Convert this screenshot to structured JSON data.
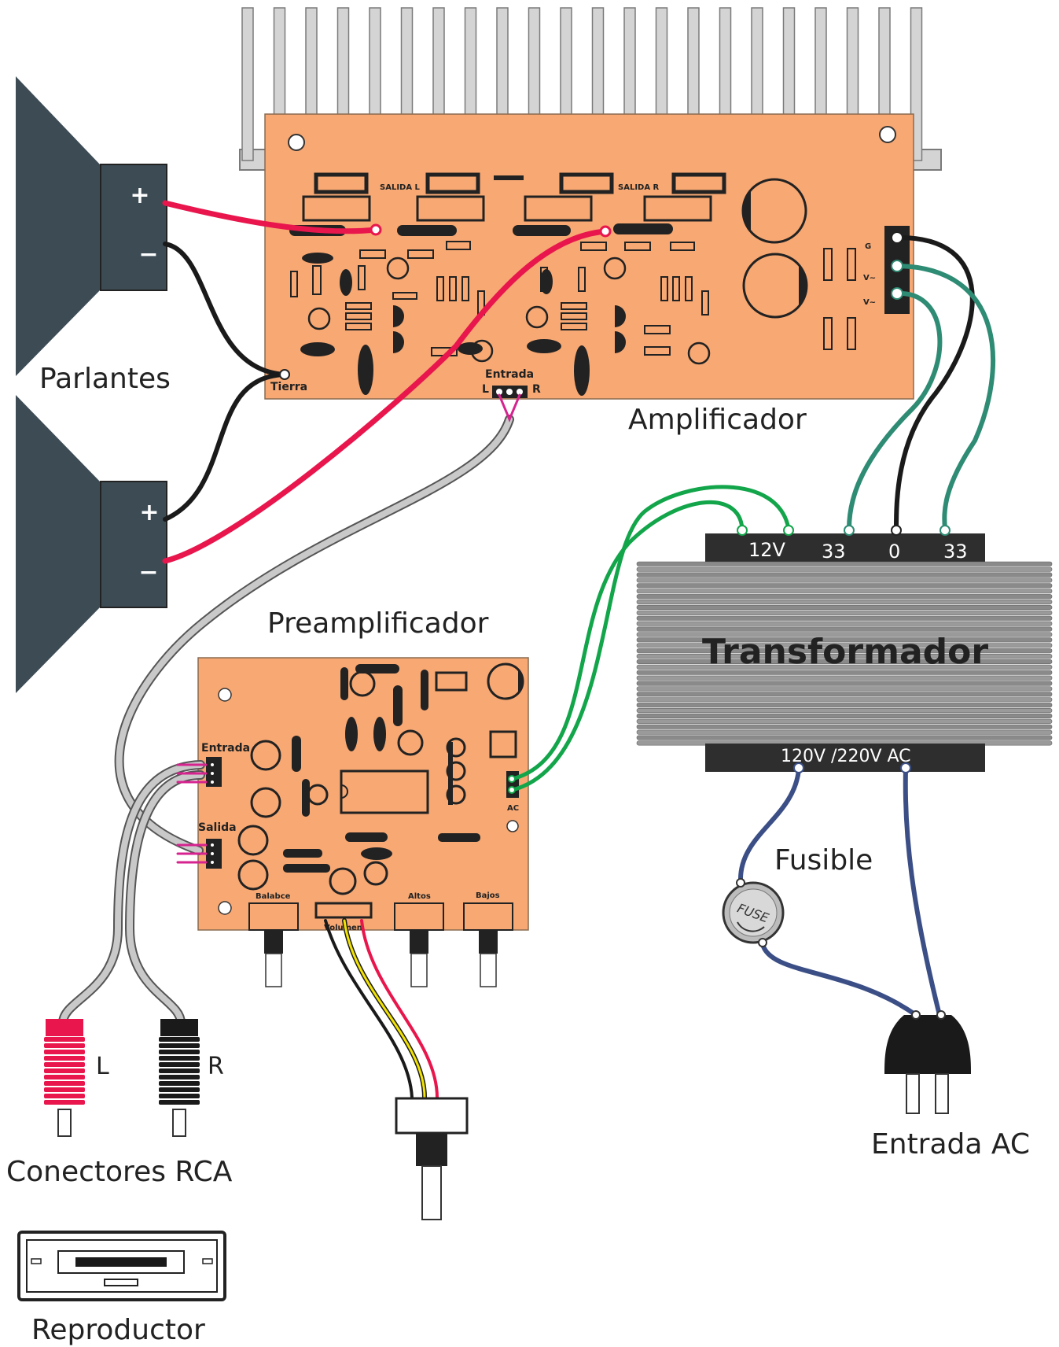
{
  "labels": {
    "parlantes": "Parlantes",
    "amplificador": "Amplificador",
    "preamplificador": "Preamplificador",
    "transformador": "Transformador",
    "fusible": "Fusible",
    "fuse": "FUSE",
    "entrada_ac": "Entrada AC",
    "conectores_rca": "Conectores RCA",
    "reproductor": "Reproductor"
  },
  "speaker": {
    "plus": "+",
    "minus": "−"
  },
  "amp": {
    "salida_l": "SALIDA L",
    "salida_r": "SALIDA R",
    "entrada": "Entrada",
    "l": "L",
    "r": "R",
    "tierra": "Tierra",
    "g": "G",
    "v1": "V~",
    "v2": "V~"
  },
  "preamp": {
    "entrada": "Entrada",
    "salida": "Salida",
    "ac": "AC",
    "balance": "Balabce",
    "volumen": "Volumen",
    "altos": "Altos",
    "bajos": "Bajos"
  },
  "transformer": {
    "t12v": "12V",
    "t33a": "33",
    "t0": "0",
    "t33b": "33",
    "primary": "120V /220V AC"
  },
  "rca": {
    "l": "L",
    "r": "R"
  },
  "colors": {
    "pcb": "#f7a873",
    "speaker": "#3d4b55",
    "wire_red": "#e8164c",
    "wire_black": "#1a1a1a",
    "wire_teal": "#2e8b74",
    "wire_green": "#12a54a",
    "wire_blue": "#3b4f86",
    "wire_gray": "#c9c9c9",
    "wire_yellow": "#f2e300"
  }
}
